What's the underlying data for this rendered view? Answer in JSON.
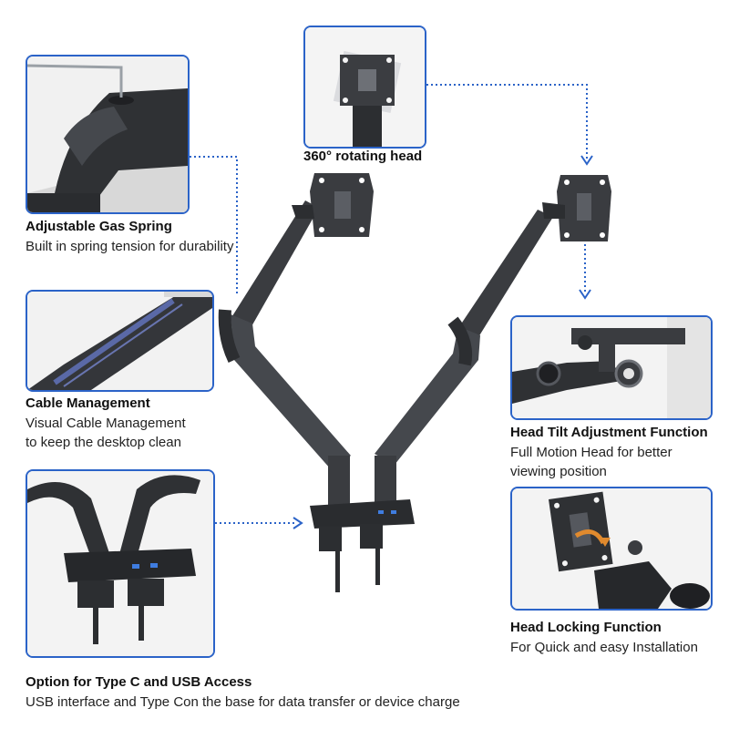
{
  "features": {
    "gas_spring": {
      "title": "Adjustable Gas Spring",
      "desc": "Built in spring tension for durability"
    },
    "rotating_head": {
      "title": "360° rotating head"
    },
    "cable": {
      "title": "Cable Management",
      "desc_line1": "Visual Cable Management",
      "desc_line2": "to keep the desktop clean"
    },
    "tilt": {
      "title": "Head Tilt Adjustment Function",
      "desc_line1": "Full Motion Head for better",
      "desc_line2": "viewing position"
    },
    "locking": {
      "title": "Head Locking Function",
      "desc": "For Quick and easy Installation"
    },
    "usb": {
      "title": "Option for Type C and USB Access",
      "desc": "USB interface and Type Con the base for data transfer or device charge"
    }
  },
  "colors": {
    "accent": "#2b63c8",
    "arm": "#3a3c40",
    "arm_light": "#55585e"
  }
}
